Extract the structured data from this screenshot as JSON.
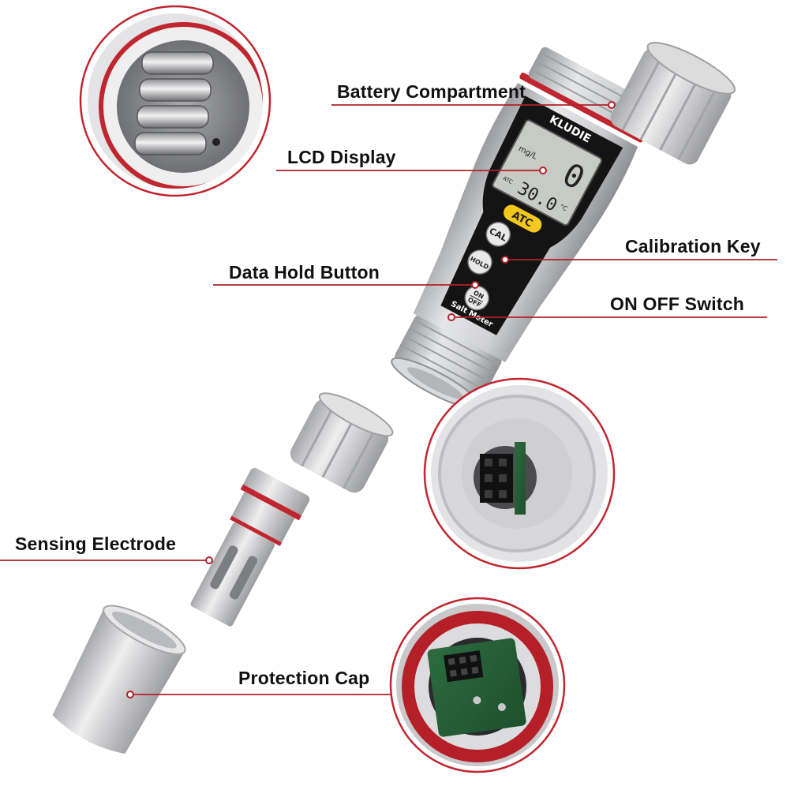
{
  "labels": {
    "battery": "Battery Compartment",
    "lcd": "LCD Display",
    "calibration": "Calibration Key",
    "hold": "Data Hold Button",
    "onoff": "ON OFF Switch",
    "electrode": "Sensing Electrode",
    "cap": "Protection Cap"
  },
  "device": {
    "brand": "KLUDIE",
    "unit": "mg/L",
    "reading": "0",
    "atc_small": "ATC",
    "temp_reading": "30.0",
    "temp_unit": "°C",
    "atc_key": "ATC",
    "cal_key": "CAL",
    "hold_key": "HOLD",
    "on_key": "ON",
    "off_key": "OFF",
    "model": "Salt Meter"
  },
  "colors": {
    "accent": "#c0262f",
    "leader_line": "#b3202a",
    "body_gray": "#c9cacc",
    "panel_black": "#141414",
    "lcd_bg": "#c7cbc4",
    "atc_yellow": "#f2c81c"
  }
}
